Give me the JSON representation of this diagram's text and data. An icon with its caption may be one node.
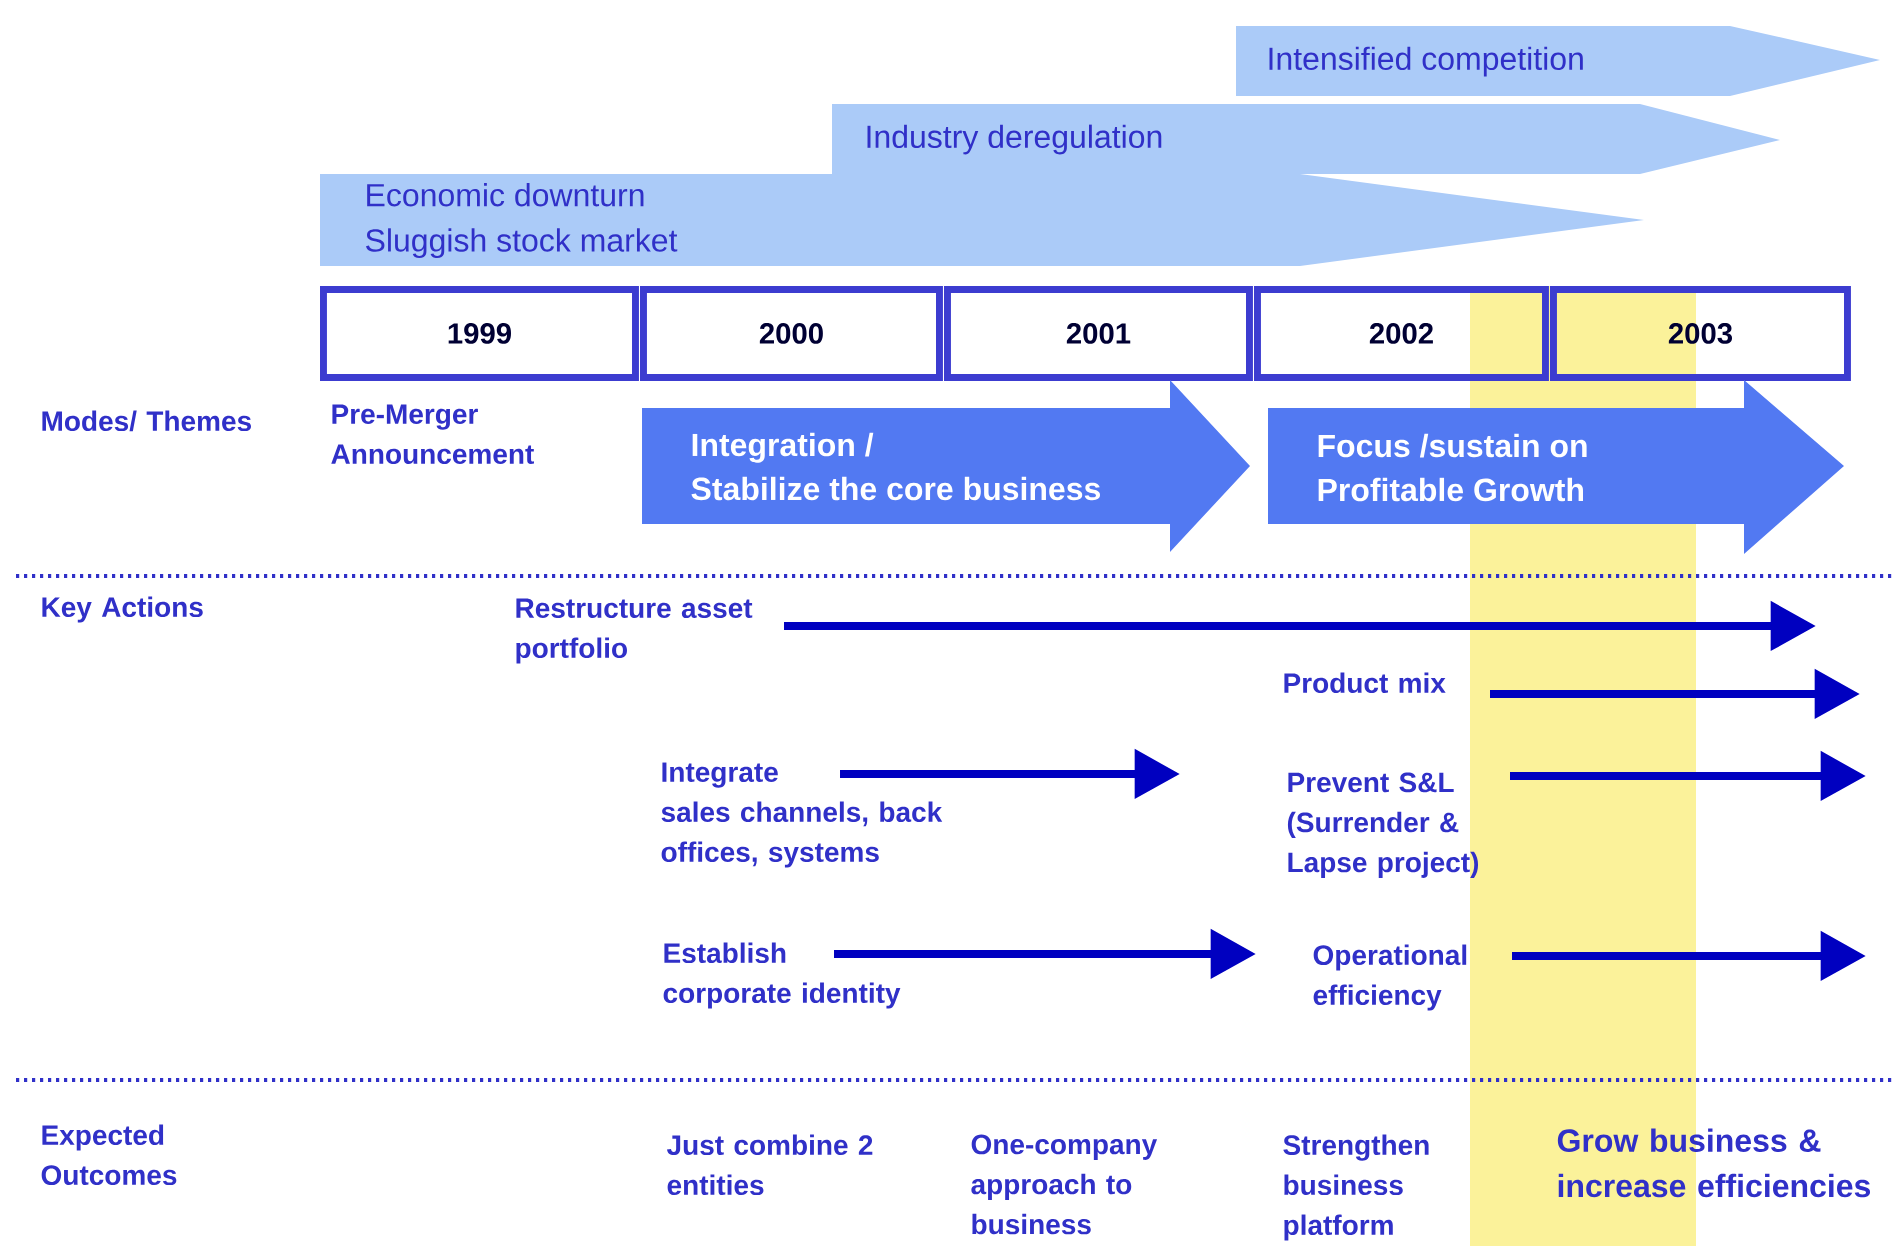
{
  "diagram": {
    "nodes": [
      {
        "text": [
          "Intensified competition"
        ]
      },
      {
        "text": [
          "Industry deregulation"
        ]
      },
      {
        "text": [
          "Economic downturn",
          "Sluggish stock market"
        ]
      },
      {
        "text": [
          "1999"
        ]
      },
      {
        "text": [
          "2000"
        ]
      },
      {
        "text": [
          "2001"
        ]
      },
      {
        "text": [
          "2002"
        ]
      },
      {
        "text": [
          "2003"
        ]
      },
      {
        "text": [
          "Integration /",
          "Stabilize the core business"
        ]
      },
      {
        "text": [
          "Focus /sustain on Profitable Growth"
        ]
      },
      {
        "text": [
          "Restructure asset portfolio"
        ]
      },
      {
        "text": [
          "Product mix"
        ]
      },
      {
        "text": [
          "Integrate",
          "sales channels, back offices, systems"
        ]
      },
      {
        "text": [
          "Prevent S&L (Surrender & Lapse project)"
        ]
      },
      {
        "text": [
          "Establish corporate identity"
        ]
      },
      {
        "text": [
          "Operational efficiency"
        ]
      }
    ],
    "edges": [
      {
        "from": 10,
        "to": null,
        "arrow": "to"
      },
      {
        "from": 11,
        "to": null,
        "arrow": "to"
      },
      {
        "from": 12,
        "to": null,
        "arrow": "to"
      },
      {
        "from": 13,
        "to": null,
        "arrow": "to"
      },
      {
        "from": 14,
        "to": null,
        "arrow": "to"
      },
      {
        "from": 15,
        "to": null,
        "arrow": "to"
      }
    ],
    "labels": [
      "Modes/ Themes",
      "Pre-Merger Announcement",
      "Key Actions",
      "Expected Outcomes",
      "Just combine 2 entities",
      "One-company approach to business",
      "Strengthen business platform",
      "Grow business & increase efficiencies"
    ]
  }
}
